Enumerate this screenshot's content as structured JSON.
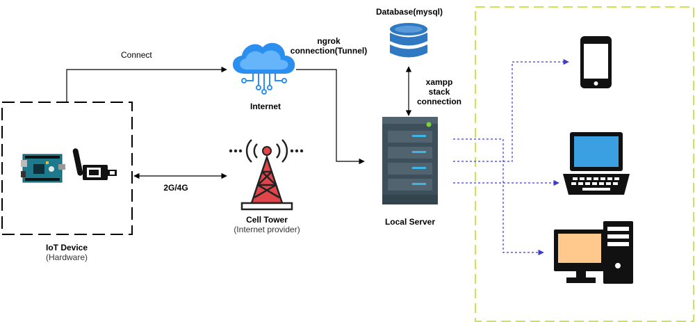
{
  "labels": {
    "connect": "Connect",
    "ngrok_line1": "ngrok",
    "ngrok_line2": "connection(Tunnel)",
    "database": "Database(mysql)",
    "xampp_line1": "xampp",
    "xampp_line2": "stack",
    "xampp_line3": "connection",
    "internet": "Internet",
    "network": "2G/4G",
    "cell_tower": "Cell Tower",
    "cell_tower_sub": "(Internet provider)",
    "local_server": "Local Server",
    "iot_device": "IoT Device",
    "iot_device_sub": "(Hardware)"
  },
  "icons": {
    "cloud": "cloud-icon",
    "database": "database-icon",
    "tower": "cell-tower-icon",
    "server": "server-rack-icon",
    "board": "arduino-board-icon",
    "gsm": "gsm-module-icon",
    "phone": "smartphone-icon",
    "laptop": "laptop-icon",
    "desktop": "desktop-computer-icon"
  },
  "colors": {
    "cloud_blue": "#2b8ff0",
    "database_blue": "#2f78c2",
    "tower_red": "#e0454a",
    "server_body": "#3e4f5c",
    "server_light": "#3fb5e6",
    "client_border": "#cde44a",
    "dotted_link": "#3b3bcc",
    "screen_blue": "#3aa0e2",
    "screen_peach": "#ffc98e"
  }
}
